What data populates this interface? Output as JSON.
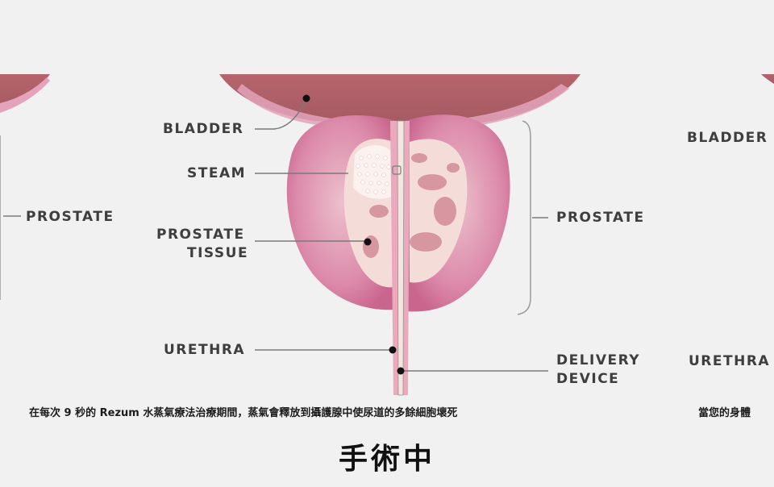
{
  "diagram": {
    "labels": {
      "bladder": "BLADDER",
      "steam": "STEAM",
      "prostate_tissue_line1": "PROSTATE",
      "prostate_tissue_line2": "TISSUE",
      "prostate": "PROSTATE",
      "urethra": "URETHRA",
      "delivery_line1": "DELIVERY",
      "delivery_line2": "DEVICE"
    },
    "left_panel": {
      "prostate": "PROSTATE"
    },
    "right_panel": {
      "bladder": "BLADDER",
      "urethra": "URETHRA",
      "caption_fragment": "當您的身體"
    },
    "caption": "在每次 9 秒的 Rezum 水蒸氣療法治療期間，蒸氣會釋放到攝護腺中使尿道的多餘細胞壞死",
    "title": "手術中",
    "colors": {
      "bladder": "#b4686e",
      "bladder_rim": "#e3a3bb",
      "prostate_outer": "#dc8aaa",
      "prostate_inner": "#f4ddd8",
      "tissue_spots": "#d3909a",
      "urethra": "#eaa9bd",
      "device": "#f2e6e1",
      "leader": "#7a7a7a",
      "label_text": "#3e3e3e"
    }
  }
}
